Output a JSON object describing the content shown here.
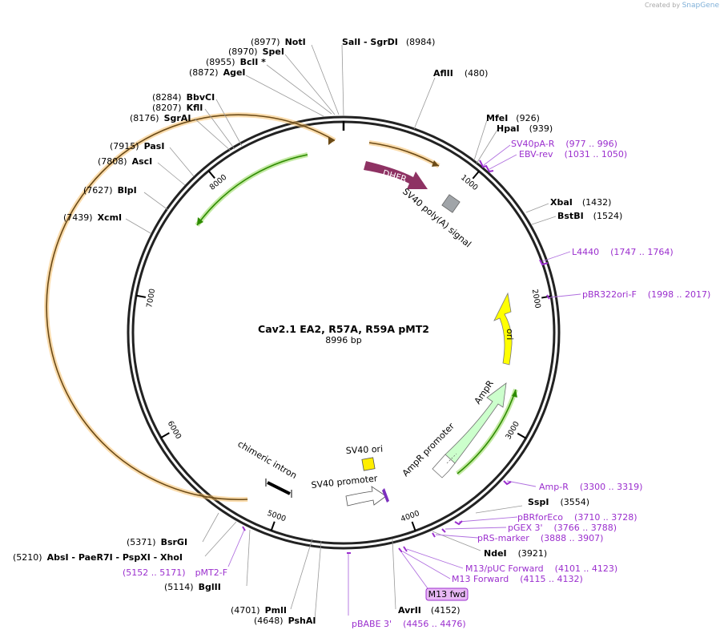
{
  "credit": {
    "prefix": "Created by",
    "brand": "SnapGene"
  },
  "plasmid": {
    "name": "Cav2.1 EA2, R57A, R59A  pMT2",
    "length": "8996 bp",
    "total_bp": 8996
  },
  "ticks": [
    {
      "bp": 1000,
      "label": "1000"
    },
    {
      "bp": 2000,
      "label": "2000"
    },
    {
      "bp": 3000,
      "label": "3000"
    },
    {
      "bp": 4000,
      "label": "4000"
    },
    {
      "bp": 5000,
      "label": "5000"
    },
    {
      "bp": 6000,
      "label": "6000"
    },
    {
      "bp": 7000,
      "label": "7000"
    },
    {
      "bp": 8000,
      "label": "8000"
    }
  ],
  "sites": [
    {
      "pos": "(8977)",
      "name": "NotI"
    },
    {
      "pos": "(8984)",
      "name": "SalI  - SgrDI"
    },
    {
      "pos": "(8970)",
      "name": "SpeI"
    },
    {
      "pos": "(8955)",
      "name": "BclI *"
    },
    {
      "pos": "(8872)",
      "name": "AgeI"
    },
    {
      "pos": "(480)",
      "name": "AflII"
    },
    {
      "pos": "(8284)",
      "name": "BbvCI"
    },
    {
      "pos": "(8207)",
      "name": "KflI"
    },
    {
      "pos": "(8176)",
      "name": "SgrAI"
    },
    {
      "pos": "(926)",
      "name": "MfeI"
    },
    {
      "pos": "(939)",
      "name": "HpaI"
    },
    {
      "pos": "(7915)",
      "name": "PasI"
    },
    {
      "pos": "(7808)",
      "name": "AscI"
    },
    {
      "pos": "(7627)",
      "name": "BlpI"
    },
    {
      "pos": "(7439)",
      "name": "XcmI"
    },
    {
      "pos": "(1432)",
      "name": "XbaI"
    },
    {
      "pos": "(1524)",
      "name": "BstBI"
    },
    {
      "pos": "(3554)",
      "name": "SspI"
    },
    {
      "pos": "(3921)",
      "name": "NdeI"
    },
    {
      "pos": "(5371)",
      "name": "BsrGI"
    },
    {
      "pos": "(5210)",
      "name": "AbsI  - PaeR7I  - PspXI  - XhoI"
    },
    {
      "pos": "(5114)",
      "name": "BglII"
    },
    {
      "pos": "(4701)",
      "name": "PmlI"
    },
    {
      "pos": "(4648)",
      "name": "PshAI"
    },
    {
      "pos": "(4152)",
      "name": "AvrII"
    }
  ],
  "primers": [
    {
      "name": "SV40pA-R",
      "range": "(977 .. 996)"
    },
    {
      "name": "EBV-rev",
      "range": "(1031 .. 1050)"
    },
    {
      "name": "L4440",
      "range": "(1747 .. 1764)"
    },
    {
      "name": "pBR322ori-F",
      "range": "(1998 .. 2017)"
    },
    {
      "name": "Amp-R",
      "range": "(3300 .. 3319)"
    },
    {
      "name": "pBRforEco",
      "range": "(3710 .. 3728)"
    },
    {
      "name": "pGEX 3'",
      "range": "(3766 .. 3788)"
    },
    {
      "name": "pRS-marker",
      "range": "(3888 .. 3907)"
    },
    {
      "name": "M13/pUC Forward",
      "range": "(4101 .. 4123)"
    },
    {
      "name": "M13 Forward",
      "range": "(4115 .. 4132)"
    },
    {
      "name": "pBABE 3'",
      "range": "(4456 .. 4476)"
    },
    {
      "name": "pMT2-F",
      "range": "(5152 .. 5171)"
    }
  ],
  "features": {
    "dhfr": "DHFR",
    "sv40_polya": "SV40 poly(A) signal",
    "ori": "ori",
    "ampr": "AmpR",
    "ampr_promoter": "AmpR promoter",
    "sv40_ori": "SV40 ori",
    "sv40_promoter": "SV40 promoter",
    "chimeric_intron": "chimeric intron",
    "m13_fwd_badge": "M13 fwd"
  },
  "colors": {
    "dhfr": "#8e3263",
    "ori": "#ffff00",
    "ampr": "#ccffcc",
    "sv40_ori": "#ffee00",
    "orf": "#f5b041",
    "orf_green": "#2e8b00",
    "primer": "#9b2fce",
    "backbone": "#222222"
  }
}
